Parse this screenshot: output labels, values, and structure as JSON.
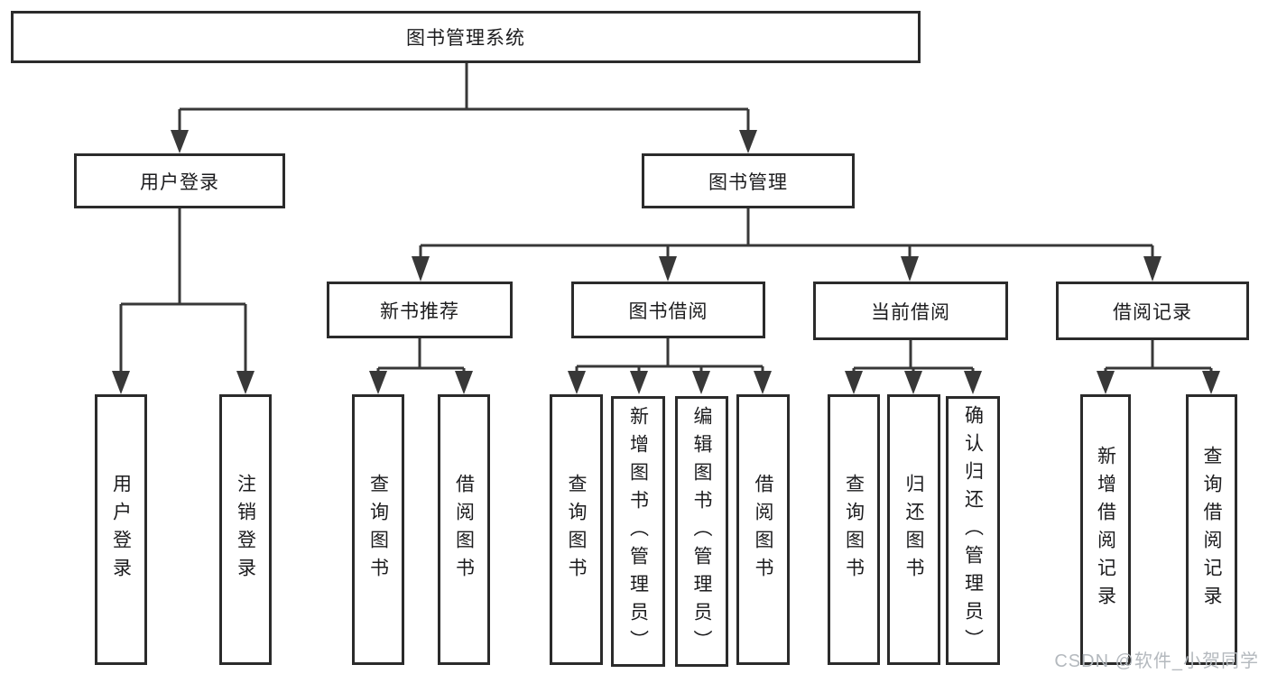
{
  "diagram": {
    "type": "hierarchy-tree",
    "title": "图书管理系统",
    "colors": {
      "background": "#ffffff",
      "box_border": "#2b2b2b",
      "line": "#383838",
      "text": "#1c1c1e",
      "watermark": "#b4b9be"
    },
    "nodes": {
      "root": {
        "label": "图书管理系统"
      },
      "user_login": {
        "label": "用户登录"
      },
      "book_mgmt": {
        "label": "图书管理"
      },
      "new_book_rec": {
        "label": "新书推荐"
      },
      "book_borrow": {
        "label": "图书借阅"
      },
      "current_borrow": {
        "label": "当前借阅"
      },
      "borrow_record": {
        "label": "借阅记录"
      },
      "ul_login": {
        "label": "用户登录"
      },
      "ul_logout": {
        "label": "注销登录"
      },
      "nb_query": {
        "label": "查询图书"
      },
      "nb_borrow": {
        "label": "借阅图书"
      },
      "bb_query": {
        "label": "查询图书"
      },
      "bb_add": {
        "label": "新增图书（管理员）"
      },
      "bb_edit": {
        "label": "编辑图书（管理员）"
      },
      "bb_borrow": {
        "label": "借阅图书"
      },
      "cb_query": {
        "label": "查询图书"
      },
      "cb_return": {
        "label": "归还图书"
      },
      "cb_confirm": {
        "label": "确认归还（管理员）"
      },
      "br_add": {
        "label": "新增借阅记录"
      },
      "br_query": {
        "label": "查询借阅记录"
      }
    },
    "hierarchy": {
      "图书管理系统": {
        "用户登录": [
          "用户登录",
          "注销登录"
        ],
        "图书管理": {
          "新书推荐": [
            "查询图书",
            "借阅图书"
          ],
          "图书借阅": [
            "查询图书",
            "新增图书（管理员）",
            "编辑图书（管理员）",
            "借阅图书"
          ],
          "当前借阅": [
            "查询图书",
            "归还图书",
            "确认归还（管理员）"
          ],
          "借阅记录": [
            "新增借阅记录",
            "查询借阅记录"
          ]
        }
      }
    },
    "watermark": "CSDN @软件_小贺同学"
  }
}
